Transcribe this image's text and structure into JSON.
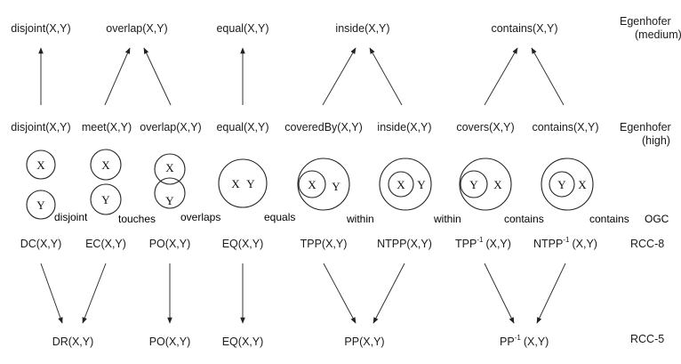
{
  "rows": {
    "egenhofer_medium": {
      "title_line1": "Egenhofer",
      "title_line2": "(medium)",
      "items": [
        "disjoint(X,Y)",
        "overlap(X,Y)",
        "equal(X,Y)",
        "inside(X,Y)",
        "contains(X,Y)"
      ]
    },
    "egenhofer_high": {
      "title_line1": "Egenhofer",
      "title_line2": "(high)",
      "items": [
        "disjoint(X,Y)",
        "meet(X,Y)",
        "overlap(X,Y)",
        "equal(X,Y)",
        "coveredBy(X,Y)",
        "inside(X,Y)",
        "covers(X,Y)",
        "contains(X,Y)"
      ]
    },
    "ogc": {
      "title": "OGC",
      "items": [
        "disjoint",
        "touches",
        "overlaps",
        "equals",
        "within",
        "within",
        "contains",
        "contains"
      ]
    },
    "rcc8": {
      "title": "RCC-8",
      "items": [
        {
          "base": "DC(X,Y)"
        },
        {
          "base": "EC(X,Y)"
        },
        {
          "base": "PO(X,Y)"
        },
        {
          "base": "EQ(X,Y)"
        },
        {
          "base": "TPP(X,Y)"
        },
        {
          "base": "NTPP(X,Y)"
        },
        {
          "base": "TPP",
          "sup": "-1",
          "tail": "(X,Y)"
        },
        {
          "base": "NTPP",
          "sup": "-1",
          "tail": "(X,Y)"
        }
      ]
    },
    "rcc5": {
      "title": "RCC-5",
      "items": [
        {
          "base": "DR(X,Y)"
        },
        {
          "base": "PO(X,Y)"
        },
        {
          "base": "EQ(X,Y)"
        },
        {
          "base": "PP(X,Y)"
        },
        {
          "base": "PP",
          "sup": "-1",
          "tail": "(X,Y)"
        }
      ]
    }
  },
  "region_labels": {
    "x": "X",
    "y": "Y"
  }
}
